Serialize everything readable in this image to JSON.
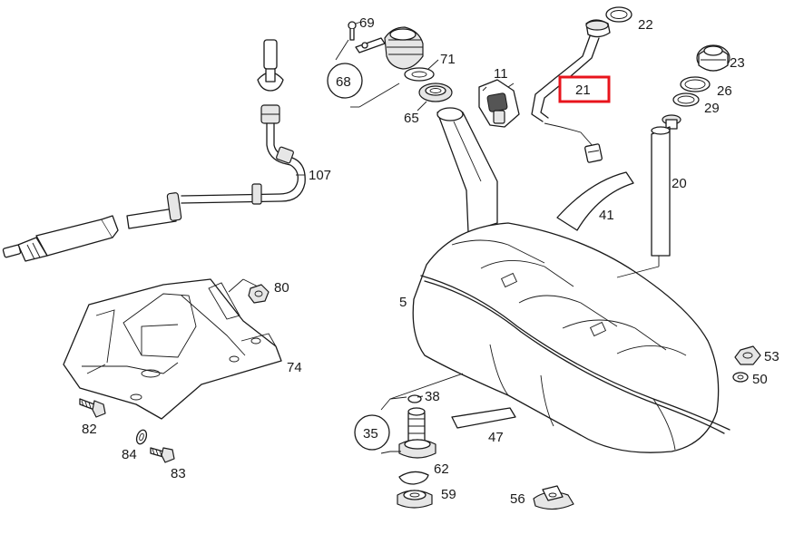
{
  "highlight_color": "#e8141c",
  "labels": {
    "p69": "69",
    "p68": "68",
    "p71": "71",
    "p65": "65",
    "p11": "11",
    "p22": "22",
    "p21": "21",
    "p23": "23",
    "p26": "26",
    "p29": "29",
    "p20": "20",
    "p41": "41",
    "p107": "107",
    "p80": "80",
    "p74": "74",
    "p82": "82",
    "p84": "84",
    "p83": "83",
    "p5": "5",
    "p53": "53",
    "p50": "50",
    "p38": "38",
    "p35": "35",
    "p47": "47",
    "p62": "62",
    "p59": "59",
    "p56": "56"
  }
}
